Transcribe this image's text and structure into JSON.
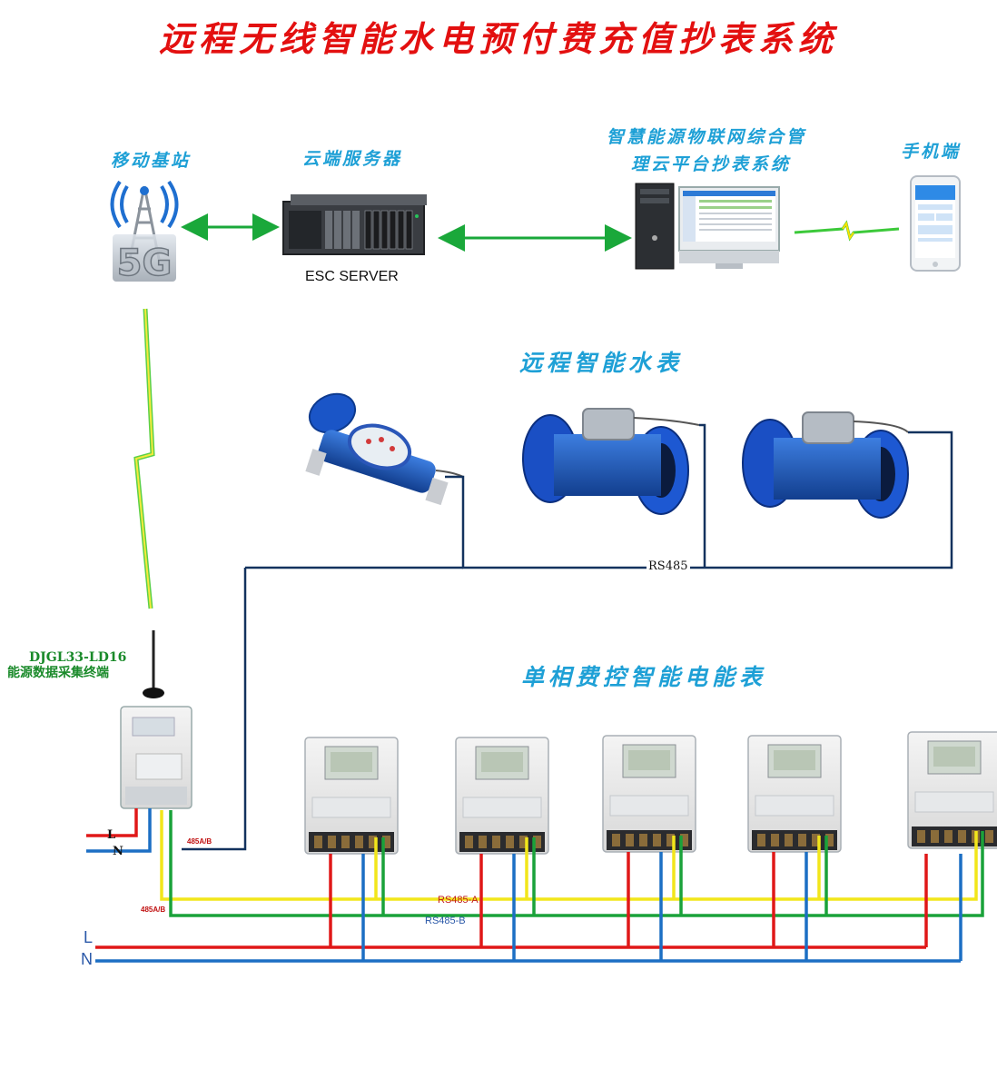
{
  "title": "远程无线智能水电预付费充值抄表系统",
  "nodes": {
    "base_station": {
      "label": "移动基站",
      "icon_text": "5G"
    },
    "cloud_server": {
      "label": "云端服务器",
      "caption": "ESC SERVER"
    },
    "platform": {
      "label_line1": "智慧能源物联网综合管",
      "label_line2": "理云平台抄表系统"
    },
    "mobile": {
      "label": "手机端"
    }
  },
  "water_section": {
    "title": "远程智能水表",
    "bus_label": "RS485"
  },
  "electric_section": {
    "title": "单相费控智能电能表"
  },
  "terminal": {
    "model": "DJGL33-LD16",
    "name": "能源数据采集终端",
    "port_label": "485A/B"
  },
  "wiring": {
    "l_small": "L",
    "n_small": "N",
    "rs485a": "RS485-A",
    "rs485b": "RS485-B",
    "bus_tag": "485A/B",
    "l_main": "L",
    "n_main": "N"
  },
  "colors": {
    "title": "#e31010",
    "label": "#1ea0d6",
    "l_line": "#e01818",
    "n_line": "#1c6fc4",
    "rs485a": "#f2e61a",
    "rs485b": "#1aa23a",
    "link": "#1aa83a",
    "bus": "#13325e"
  }
}
